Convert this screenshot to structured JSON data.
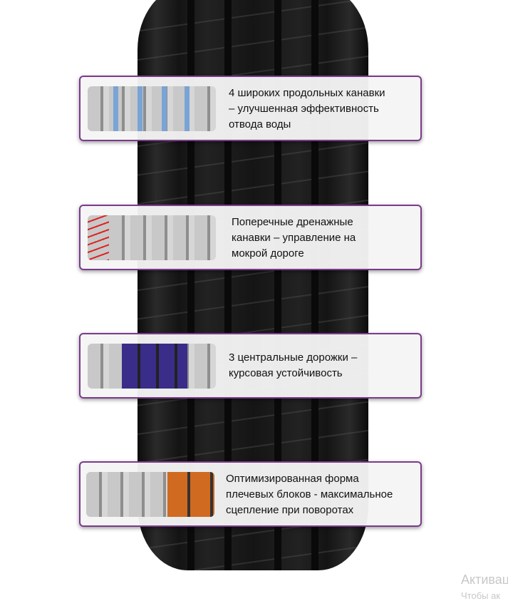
{
  "features": [
    {
      "lines": [
        "4 широких продольных канавки",
        "– улучшенная эффективность",
        "отвода воды"
      ],
      "accent": "#7aa3d6"
    },
    {
      "lines": [
        "Поперечные дренажные",
        "канавки – управление на",
        "мокрой дороге"
      ],
      "accent": "#e02020"
    },
    {
      "lines": [
        "3 центральные дорожки –",
        "курсовая устойчивость"
      ],
      "accent": "#3a2d8a"
    },
    {
      "lines": [
        "Оптимизированная форма",
        "плечевых блоков - максимальное",
        "сцепление при поворотах"
      ],
      "accent": "#d06a20"
    }
  ],
  "watermark": {
    "title": "Активац",
    "subtitle": "Чтобы ак"
  }
}
